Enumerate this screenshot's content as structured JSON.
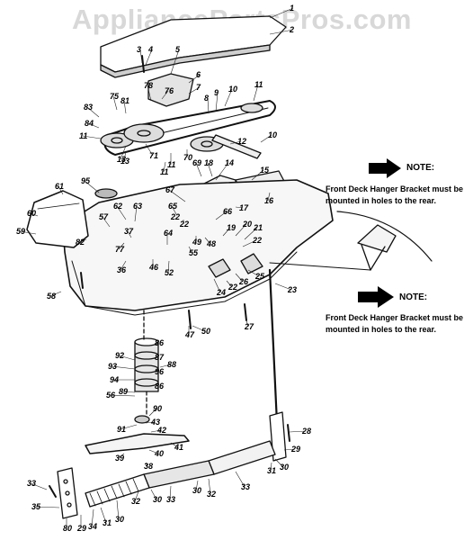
{
  "watermark": "AppliancePartsPros.com",
  "notes": [
    {
      "title": "NOTE:",
      "line1": "Front Deck Hanger Bracket must be",
      "line2": "mounted in holes to the rear."
    },
    {
      "title": "NOTE:",
      "line1": "Front Deck Hanger Bracket must be",
      "line2": "mounted in holes to the rear."
    }
  ],
  "callouts": [
    "1",
    "2",
    "3",
    "4",
    "5",
    "6",
    "7",
    "76",
    "78",
    "75",
    "81",
    "83",
    "84",
    "8",
    "9",
    "10",
    "11",
    "11",
    "11",
    "12",
    "10",
    "13",
    "71",
    "70",
    "11",
    "69",
    "18",
    "14",
    "15",
    "16",
    "17",
    "95",
    "61",
    "60",
    "59",
    "62",
    "63",
    "57",
    "37",
    "82",
    "77",
    "36",
    "46",
    "64",
    "52",
    "55",
    "48",
    "49",
    "22",
    "65",
    "67",
    "66",
    "19",
    "20",
    "21",
    "22",
    "25",
    "26",
    "22",
    "24",
    "23",
    "58",
    "27",
    "47",
    "50",
    "86",
    "87",
    "88",
    "96",
    "86",
    "92",
    "93",
    "94",
    "89",
    "56",
    "90",
    "43",
    "42",
    "41",
    "91",
    "39",
    "40",
    "38",
    "28",
    "29",
    "30",
    "31",
    "33",
    "32",
    "30",
    "33",
    "30",
    "32",
    "33",
    "35",
    "80",
    "29",
    "34",
    "31",
    "30",
    "13",
    "22"
  ]
}
